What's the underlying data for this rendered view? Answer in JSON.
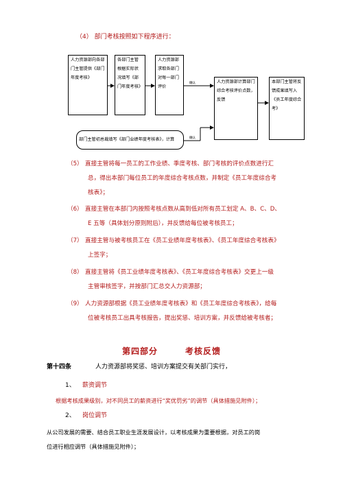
{
  "step4": "（4）  部门考核按照如下程序进行：",
  "flow": {
    "box1": "人力资源部向各部门主管提供《部门年度考核》",
    "box2": "各部门主管根据实际状况填写《部门年度考核》",
    "box3": "人力资源部求取各部门对每一部门评价",
    "box4": "人力资源部计算部门综合考核评价点数，反馈",
    "box5": "本部门主管将反馈成果填写入《员工年度综合考》",
    "box6": "部门主管初总裁填写《部门业绩年度考核表》，计算",
    "arrow_label_1": "确认",
    "arrow_label_2": "确认"
  },
  "items": [
    {
      "num": "（5）",
      "line1": "直接主管将每一员工的工作业绩、季度考核、部门考核的评价点数进行汇",
      "line2": "总，得出本部门每位员工的年度综合考核点数，并制定《员工年度综合考",
      "line3": "核表》；"
    },
    {
      "num": "（6）",
      "line1": "直接主管在本部门内按照考核点数从高到低对所有员工划定 A、B、C、D、",
      "line2": "E 五等（具体划分原则附后），并反馈给每位被考核员工；"
    },
    {
      "num": "（7）",
      "line1": "直接主管与被考核员工在《员工业绩年度考核表》、《员工年度综合考核表》",
      "line2": "上签字；"
    },
    {
      "num": "（8）",
      "line1": "直接主管将《员工业绩年度考核表》、《员工年度综合考核表》交更上一级",
      "line2": "主管审核签字，并按部门汇总交人力资源部；"
    },
    {
      "num": "（9）",
      "line1": "人力资源部根据《员工业绩年度考核表》和《员工年度综合考核表》，给每",
      "line2": "位被考核员工出具考核报告，提出奖惩、培训方案，并反馈给被考核者；"
    }
  ],
  "section": {
    "part": "第四部分",
    "name": "考核反馈"
  },
  "article": {
    "label": "第十四条",
    "text": "人力资源部将奖惩、培训方案提交有关部门实行，"
  },
  "sub1": {
    "num": "1、",
    "title": "薪资调节",
    "body": "根据考核成果级别，对不同员工的薪资进行“奖优罚劣”的调节（具体措施见附件）；"
  },
  "sub2": {
    "num": "2、",
    "title": "岗位调节",
    "body1": "从公司发展的需要、结合员工职业生涯发展设计，以考核成果为重要根据，对员工的岗",
    "body2": "位进行相应调节（具体措施见附件）；"
  }
}
